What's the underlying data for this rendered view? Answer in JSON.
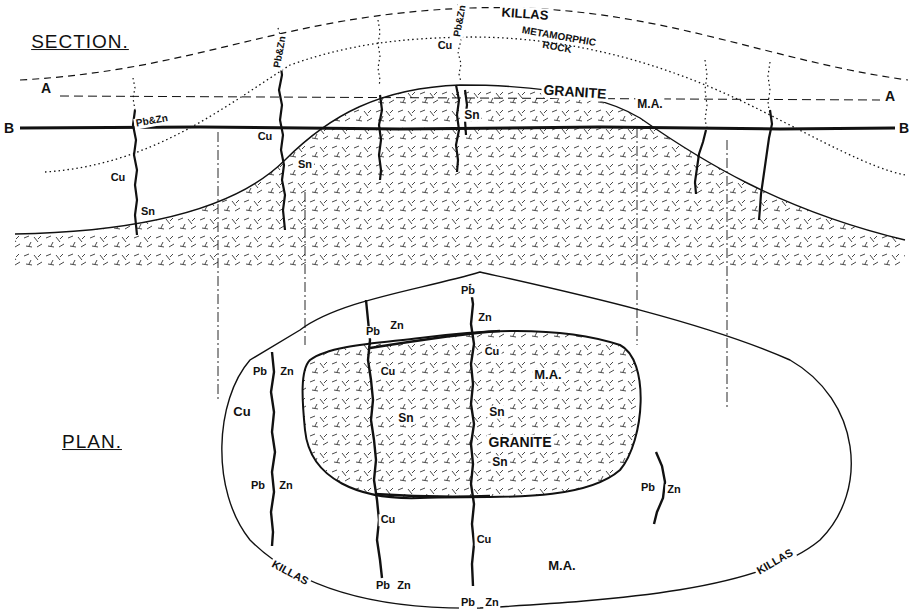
{
  "diagram": {
    "labels": [
      "SECTION.",
      "Pb&Zn",
      "Pb&Zn",
      "KILLAS",
      "Cu",
      "METAMORPHIC ROCK",
      "A",
      "A",
      "B",
      "B",
      "GRANITE",
      "Sn",
      "M.A.",
      "Pb&Zn",
      "Cu",
      "Sn",
      "Cu",
      "Sn",
      "PLAN.",
      "Pb",
      "Zn",
      "Pb",
      "Zn",
      "Cu",
      "Cu",
      "M.A.",
      "Sn",
      "Sn",
      "GRANITE",
      "Sn",
      "Pb",
      "Zn",
      "Cu",
      "Pb",
      "Zn",
      "Pb",
      "Zn",
      "Cu",
      "Cu",
      "M.A.",
      "KILLAS",
      "KILLAS",
      "Pb",
      "Zn",
      "Pb",
      "Zn"
    ]
  }
}
